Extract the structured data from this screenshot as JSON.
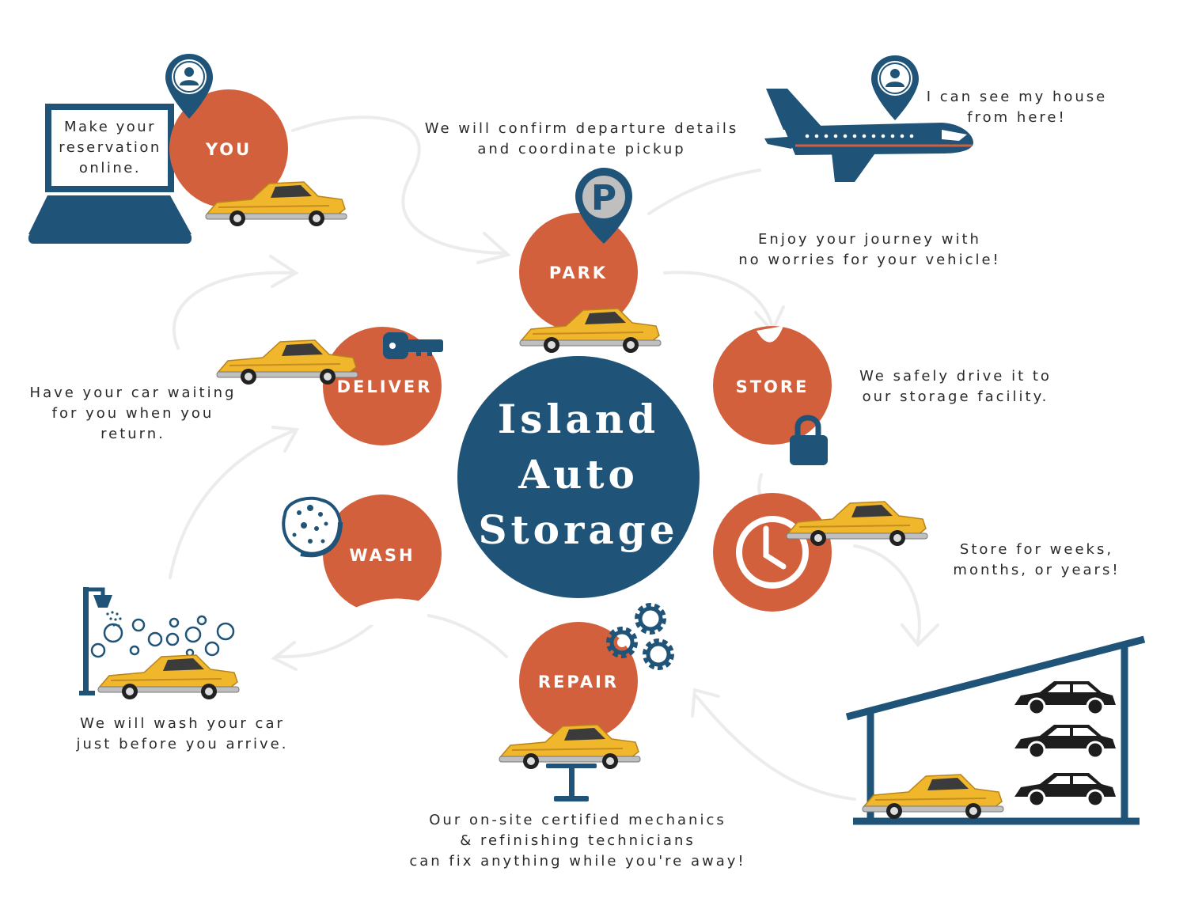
{
  "title": [
    "Island",
    "Auto",
    "Storage"
  ],
  "steps": {
    "you": "YOU",
    "park": "PARK",
    "store": "STORE",
    "repair": "REPAIR",
    "wash": "WASH",
    "deliver": "DELIVER"
  },
  "captions": {
    "reservation": [
      "Make your",
      "reservation",
      "online."
    ],
    "confirm": [
      "We will confirm departure details",
      "and coordinate pickup"
    ],
    "plane": [
      "I can see my house",
      "from here!"
    ],
    "journey": [
      "Enjoy your journey with",
      "no worries for your vehicle!"
    ],
    "drive": [
      "We safely drive it to",
      "our storage facility."
    ],
    "duration": [
      "Store for weeks,",
      "months, or years!"
    ],
    "mechanics": [
      "Our on-site certified mechanics",
      "& refinishing technicians",
      "can fix anything while you're away!"
    ],
    "wash": [
      "We will wash your car",
      "just before you arrive."
    ],
    "waiting": [
      "Have your car waiting",
      "for you when you",
      "return."
    ]
  },
  "icons": {
    "parking_letter": "P"
  },
  "colors": {
    "navy": "#1f5478",
    "orange": "#d2603d",
    "car_yellow": "#f0b62c",
    "white": "#ffffff"
  }
}
